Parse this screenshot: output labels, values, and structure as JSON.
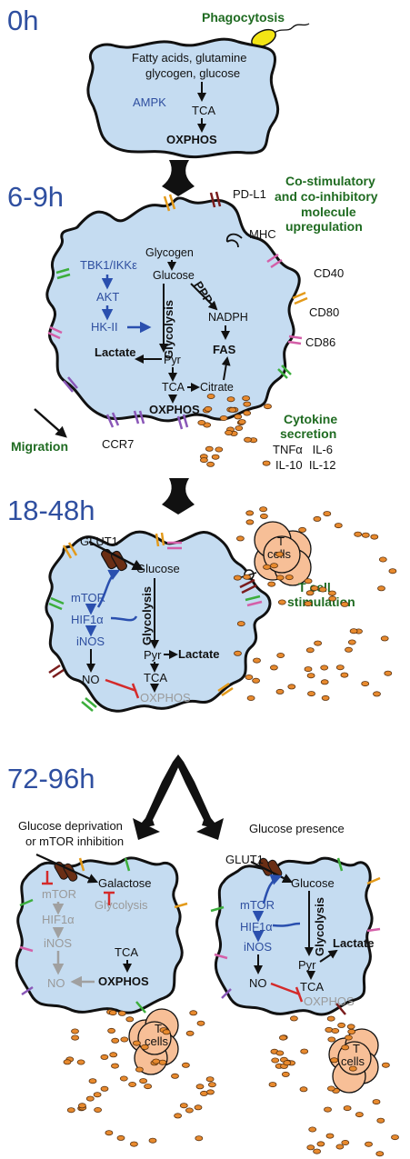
{
  "stages": {
    "s0": {
      "time": "0h",
      "phagocytosis": "Phagocytosis",
      "substrates_line1": "Fatty acids, glutamine",
      "substrates_line2": "glycogen, glucose",
      "ampk": "AMPK",
      "tca": "TCA",
      "oxphos": "OXPHOS"
    },
    "s1": {
      "time": "6-9h",
      "costim_line1": "Co-stimulatory",
      "costim_line2": "and co-inhibitory",
      "costim_line3": "molecule",
      "costim_line4": "upregulation",
      "markers": [
        "PD-L1",
        "MHC",
        "CD40",
        "CD80",
        "CD86",
        "CCR7"
      ],
      "tbk1": "TBK1/IKKε",
      "akt": "AKT",
      "hk2": "HK-II",
      "glycogen": "Glycogen",
      "glucose": "Glucose",
      "glycolysis": "Glycolysis",
      "ppp": "PPP",
      "nadph": "NADPH",
      "lactate": "Lactate",
      "pyr": "Pyr",
      "fas": "FAS",
      "tca": "TCA",
      "citrate": "Citrate",
      "oxphos": "OXPHOS",
      "migration": "Migration",
      "cytokine_line1": "Cytokine",
      "cytokine_line2": "secretion",
      "cytokines_row1": "TNFα   IL-6",
      "cytokines_row2": "IL-10  IL-12"
    },
    "s2": {
      "time": "18-48h",
      "glut1": "GLUT1",
      "glucose": "Glucose",
      "mtor": "mTOR",
      "hif1a": "HIF1α",
      "inos": "iNOS",
      "glycolysis": "Glycolysis",
      "pyr": "Pyr",
      "lactate": "Lactate",
      "tca": "TCA",
      "no": "NO",
      "oxphos": "OXPHOS",
      "tcells_line1": "T",
      "tcells_line2": "cells",
      "tstim_line1": "T cell",
      "tstim_line2": "stimulation"
    },
    "s3": {
      "time": "72-96h",
      "left": {
        "condition_line1": "Glucose deprivation",
        "condition_line2": "or mTOR inhibition",
        "galactose": "Galactose",
        "mtor": "mTOR",
        "hif1a": "HIF1α",
        "inos": "iNOS",
        "glycolysis": "Glycolysis",
        "tca": "TCA",
        "no": "NO",
        "oxphos": "OXPHOS",
        "tcells_line1": "T",
        "tcells_line2": "cells"
      },
      "right": {
        "condition": "Glucose presence",
        "glut1": "GLUT1",
        "glucose": "Glucose",
        "mtor": "mTOR",
        "hif1a": "HIF1α",
        "inos": "iNOS",
        "glycolysis": "Glycolysis",
        "lactate": "Lactate",
        "pyr": "Pyr",
        "tca": "TCA",
        "no": "NO",
        "oxphos": "OXPHOS",
        "tcells_line1": "T",
        "tcells_line2": "cells"
      }
    }
  },
  "colors": {
    "time_label": "#2f4fa0",
    "green_label": "#1f6b21",
    "cell_fill": "#c5dcf1",
    "signaling_blue": "#2a4fae",
    "inhibition_red": "#d42a2a",
    "inactive_grey": "#9a9a9a",
    "cytokine_orange": "#e88a2e",
    "tcell_peach": "#f7bf97"
  }
}
